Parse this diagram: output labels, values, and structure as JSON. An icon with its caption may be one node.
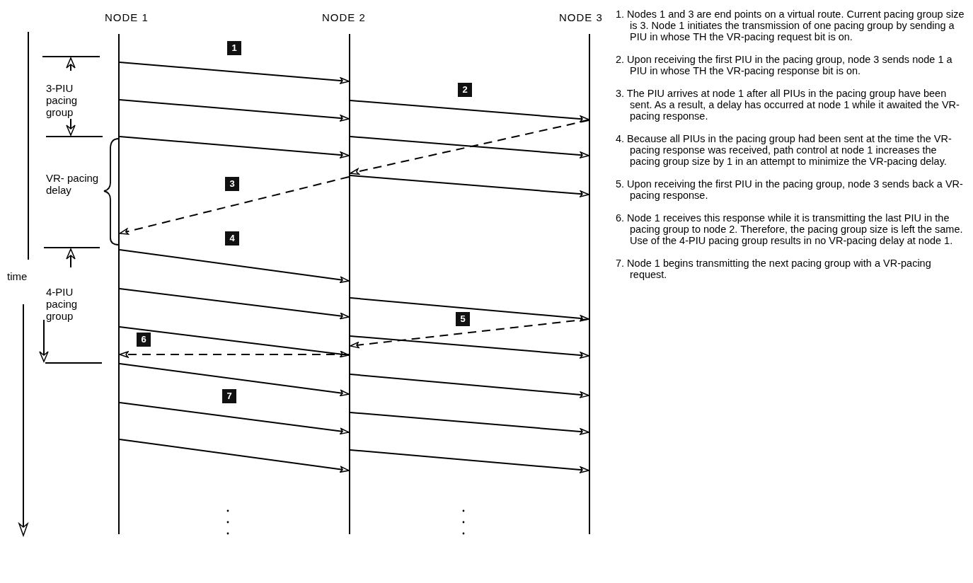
{
  "diagram": {
    "nodes": [
      {
        "text": [],
        "shape": "line"
      },
      {
        "text": [],
        "shape": "line"
      },
      {
        "text": [],
        "shape": "line"
      }
    ],
    "edges": [
      {
        "from": 0,
        "to": 1,
        "arrow": "to"
      },
      {
        "from": 0,
        "to": 1,
        "arrow": "to"
      },
      {
        "from": 1,
        "to": 2,
        "arrow": "to"
      },
      {
        "from": 0,
        "to": 1,
        "arrow": "to"
      },
      {
        "from": 1,
        "to": 2,
        "arrow": "to"
      },
      {
        "from": 2,
        "to": 1,
        "arrow": "to",
        "style": "dashed"
      },
      {
        "from": 1,
        "to": 2,
        "arrow": "to"
      },
      {
        "from": 1,
        "to": 0,
        "arrow": "to",
        "style": "dashed"
      },
      {
        "from": 0,
        "to": 1,
        "arrow": "to"
      },
      {
        "from": 0,
        "to": 1,
        "arrow": "to"
      },
      {
        "from": 1,
        "to": 2,
        "arrow": "to"
      },
      {
        "from": 2,
        "to": 1,
        "arrow": "to",
        "style": "dashed"
      },
      {
        "from": 0,
        "to": 1,
        "arrow": "to"
      },
      {
        "from": 1,
        "to": 2,
        "arrow": "to"
      },
      {
        "from": 1,
        "to": 0,
        "arrow": "to",
        "style": "dashed"
      },
      {
        "from": 0,
        "to": 1,
        "arrow": "to"
      },
      {
        "from": 1,
        "to": 2,
        "arrow": "to"
      },
      {
        "from": 0,
        "to": 1,
        "arrow": "to"
      },
      {
        "from": 1,
        "to": 2,
        "arrow": "to"
      },
      {
        "from": 0,
        "to": 1,
        "arrow": "to"
      },
      {
        "from": 1,
        "to": 2,
        "arrow": "to"
      }
    ],
    "labels": [
      "NODE 1",
      "NODE 2",
      "NODE 3",
      "3-PIU pacing group",
      "VR- pacing delay",
      "time",
      "4-PIU pacing group",
      "1",
      "2",
      "3",
      "4",
      "5",
      "6",
      "7",
      "1. Nodes 1 and 3 are end points on a virtual route.  Current pacing group size is 3.  Node 1 initiates the transmission of one pacing group by sending a PIU in whose TH the VR-pacing request bit is on.",
      "2. Upon receiving the first PIU in the pacing group, node 3 sends node 1 a PIU in whose TH the VR-pacing response bit is on.",
      "3. The PIU arrives at node 1 after all PIUs in the pacing group have been sent.  As a result, a delay has occurred at node 1 while it awaited the VR-pacing response.",
      "4. Because all PIUs in the pacing group had been sent at the time the VR-pacing response was received, path control at node 1 increases the pacing group size by 1 in an attempt to minimize the VR-pacing delay.",
      "5. Upon receiving the first PIU in the pacing group, node 3 sends back a VR-pacing response.",
      "6. Node 1 receives this response while it is transmitting the last PIU in the pacing group to node 2.  Therefore, the pacing group size is left the same. Use of the 4-PIU pacing group results in no VR-pacing delay at node 1.",
      "7. Node 1 begins transmitting the next pacing group with a VR-pacing request."
    ]
  }
}
